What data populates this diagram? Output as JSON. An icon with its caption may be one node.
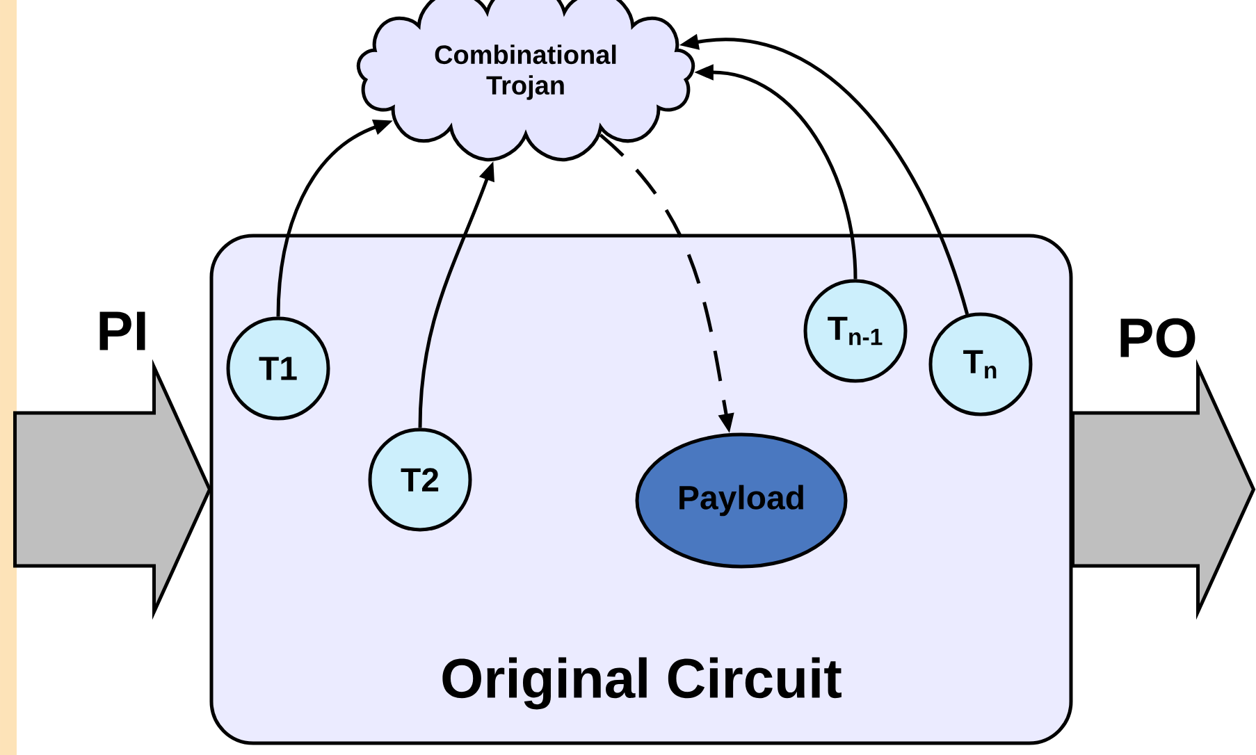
{
  "diagram": {
    "nodes": [
      {
        "text": [
          "Original Circuit"
        ]
      },
      {
        "text": [
          "Combinational Trojan"
        ]
      },
      {
        "text": [
          "T1"
        ],
        "in": 0
      },
      {
        "text": [
          "T2"
        ],
        "in": 0
      },
      {
        "text": [
          "T$_{n-1}$"
        ],
        "in": 0
      },
      {
        "text": [
          "T$_{n}$"
        ],
        "in": 0
      },
      {
        "text": [
          "Payload"
        ],
        "in": 0
      }
    ],
    "edges": [
      {
        "from": 2,
        "to": 1,
        "arrow": "to"
      },
      {
        "from": 3,
        "to": 1,
        "arrow": "to"
      },
      {
        "from": 4,
        "to": 1,
        "arrow": "to"
      },
      {
        "from": 5,
        "to": 1,
        "arrow": "to"
      },
      {
        "from": 1,
        "to": 6,
        "arrow": "to",
        "style": "dashed"
      },
      {
        "from": null,
        "to": 0,
        "arrow": "to",
        "label": "PI",
        "style": "thick"
      },
      {
        "from": 0,
        "to": null,
        "arrow": "to",
        "label": "PO",
        "style": "thick"
      }
    ]
  }
}
